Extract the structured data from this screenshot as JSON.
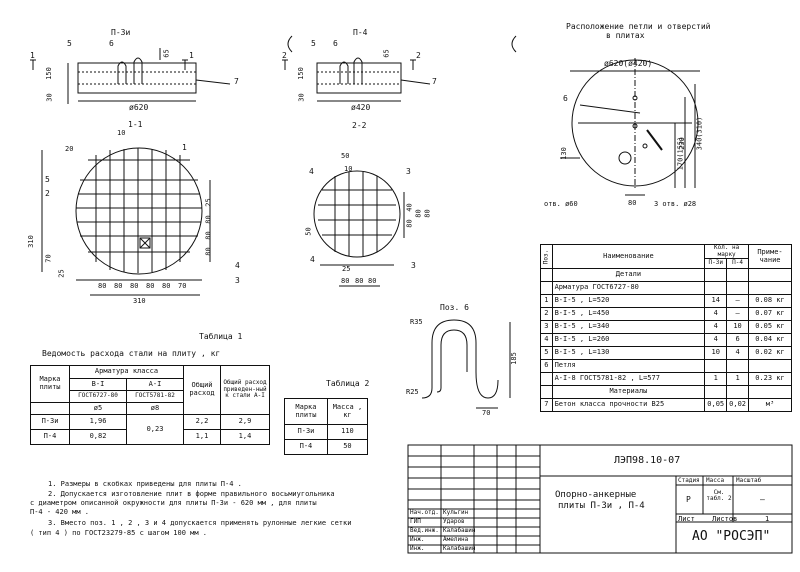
{
  "views": {
    "p3i_title": "П-3и",
    "p4_title": "П-4",
    "plan11_title": "1-1",
    "plan22_title": "2-2",
    "p3i_dia": "ø620",
    "p4_dia": "ø420",
    "loop_title_line1": "Расположение петли и отверстий",
    "loop_title_line2": "в плитах",
    "loop_dia": "ø620(ø420)",
    "loop_hole_left": "отв. ø60",
    "loop_hole_right": "3 отв. ø28",
    "poz6_title": "Поз. 6",
    "r35": "R35",
    "r25": "R25"
  },
  "dims": {
    "d150": "150",
    "d30": "30",
    "d65": "65",
    "d10": "10",
    "d20": "20",
    "d310": "310",
    "d70": "70",
    "d25": "25",
    "d80": "80",
    "d40": "40",
    "d50": "50",
    "d130": "130",
    "d170": "170(155)",
    "d230": "230",
    "d340": "340(310)",
    "d185": "185",
    "d70b": "70"
  },
  "markers": {
    "n1": "1",
    "n2": "2",
    "n3": "3",
    "n4": "4",
    "n5": "5",
    "n6": "6",
    "n7": "7",
    "s1": "1",
    "s2": "2"
  },
  "table1": {
    "title": "Таблица 1",
    "caption": "Ведомость расхода стали на плиту , кг",
    "h_mark": "Марка плиты",
    "h_class": "Арматура класса",
    "h_bi": "В-I",
    "h_ai": "А-I",
    "h_gost1": "ГОСТ6727-80",
    "h_gost2": "ГОСТ5781-82",
    "h_d1": "ø5",
    "h_d2": "ø8",
    "h_total": "Общий расход",
    "h_total_ai": "Общий расход приведен-ный к стали А-I",
    "rows": [
      {
        "mark": "П-3и",
        "bi": "1,96",
        "ai": "0,23",
        "total": "2,2",
        "red": "2,9"
      },
      {
        "mark": "П-4",
        "bi": "0,82",
        "ai": "",
        "total": "1,1",
        "red": "1,4"
      }
    ]
  },
  "table2": {
    "title": "Таблица 2",
    "h_mark": "Марка плиты",
    "h_mass": "Масса , кг",
    "rows": [
      {
        "mark": "П-3и",
        "mass": "110"
      },
      {
        "mark": "П-4",
        "mass": "50"
      }
    ]
  },
  "spec": {
    "h_pos": "Поз.",
    "h_name": "Наименование",
    "h_qty": "Кол. на марку",
    "h_p3i": "П-3и",
    "h_p4": "П-4",
    "h_note": "Приме-чание",
    "sec_details": "Детали",
    "sub_arm": "Арматура ГОСТ6727-80",
    "rows": [
      {
        "pos": "1",
        "name": "В-I-5 , L=520",
        "a": "14",
        "b": "–",
        "note": "0.08 кг"
      },
      {
        "pos": "2",
        "name": "В-I-5 , L=450",
        "a": "4",
        "b": "–",
        "note": "0.07 кг"
      },
      {
        "pos": "3",
        "name": "В-I-5 , L=340",
        "a": "4",
        "b": "10",
        "note": "0.05 кг"
      },
      {
        "pos": "4",
        "name": "В-I-5 , L=260",
        "a": "4",
        "b": "6",
        "note": "0.04 кг"
      },
      {
        "pos": "5",
        "name": "В-I-5 , L=130",
        "a": "10",
        "b": "4",
        "note": "0.02 кг"
      }
    ],
    "row6_pos": "6",
    "row6_name": "Петля",
    "row6b_name": "А-I-8 ГОСТ5781-82 , L=577",
    "row6b_a": "1",
    "row6b_b": "1",
    "row6b_note": "0.23 кг",
    "sec_materials": "Материалы",
    "row7_pos": "7",
    "row7_name": "Бетон класса прочности В25",
    "row7_a": "0,05",
    "row7_b": "0,02",
    "row7_note": "м³"
  },
  "notes": [
    "1. Размеры в скобках приведены для плиты П-4 .",
    "2. Допускается изготовление плит в форме правильного восьмиугольника",
    "с диаметром описанной окружности для плиты П-3и - 620 мм , для плиты",
    "П-4 - 420 мм .",
    "3. Вместо поз. 1 , 2 , 3 и 4 допускается применять рулонные легкие сетки",
    "( тип 4 ) по ГОСТ23279-85 с шагом 100 мм ."
  ],
  "title_block": {
    "code": "ЛЭП98.10-07",
    "name_line1": "Опорно-анкерные",
    "name_line2": "плиты П-3и , П-4",
    "h_stage": "Стадия",
    "h_mass": "Масса",
    "h_scale": "Масштаб",
    "stage": "Р",
    "mass": "См. табл. 2",
    "scale": "–",
    "sheet_label": "Лист",
    "sheets_label": "Листов",
    "sheets": "1",
    "org": "АО \"РОСЭП\"",
    "staff": [
      {
        "role": "Нач.отд.",
        "name": "Кульгин"
      },
      {
        "role": "ГИП",
        "name": "Удаpов"
      },
      {
        "role": "Вед.инж.",
        "name": "Калабашин"
      },
      {
        "role": "Инж.",
        "name": "Амелина"
      },
      {
        "role": "Инж.",
        "name": "Калабашин"
      }
    ]
  }
}
